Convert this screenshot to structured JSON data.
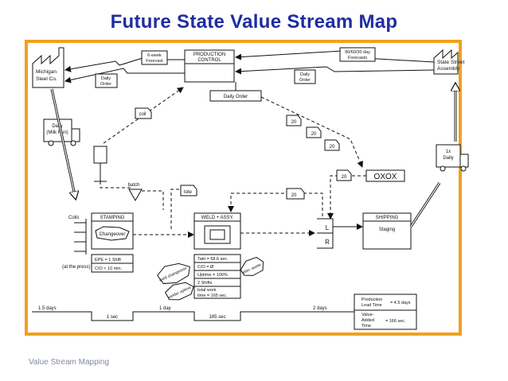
{
  "title": "Future State Value Stream Map",
  "footer": "Value Stream Mapping",
  "colors": {
    "title": "#1f2ea0",
    "frame": "#f0a020"
  },
  "supplier": {
    "line1": "Michigan",
    "line2": "Steel Co."
  },
  "customer": {
    "line1": "State Street",
    "line2": "Assembly"
  },
  "production_control": {
    "line1": "PRODUCTION",
    "line2": "CONTROL"
  },
  "forecast_supplier": {
    "line1": "6-week",
    "line2": "Forecast"
  },
  "forecast_customer": {
    "line1": "90/60/30 day",
    "line2": "Forecasts"
  },
  "daily_order_supplier": {
    "line1": "Daily",
    "line2": "Order"
  },
  "daily_order_customer": {
    "line1": "Daily",
    "line2": "Order"
  },
  "daily_order_box": "Daily Order",
  "truck_in": {
    "line1": "Daily",
    "line2": "(Milk Run)"
  },
  "truck_out": {
    "line1": "1x",
    "line2": "Daily"
  },
  "kanban": {
    "coil": "coil",
    "batch": "batch",
    "tote": "tote",
    "twenty": "20",
    "oxox": "OXOX"
  },
  "coils": {
    "label": "Coils",
    "note": "(at the press)"
  },
  "stamping": {
    "name": "STAMPING",
    "kaizen": "Changeover",
    "epe": "EPE = 1 Shift",
    "co": "C/O < 10 min."
  },
  "weld": {
    "name": "WELD + ASSY.",
    "takt": "Takt = 58.6 sec.",
    "co": "C/O = Ø",
    "uptime": "Uptime = 100%",
    "shifts": "2 Shifts",
    "total_work": "total work",
    "total_time": "time = 165 sec.",
    "kaizen1": "weld changeover",
    "kaizen2": "welder uptime",
    "kaizen3": "elim. waste"
  },
  "shipping": {
    "name": "SHIPPING",
    "sub": "Staging"
  },
  "supermarket": {
    "l": "L",
    "r": "R"
  },
  "timeline": {
    "days": [
      "1.5 days",
      "1 day",
      "2 days"
    ],
    "secs": [
      "1 sec",
      "165 sec"
    ],
    "lead_label1": "Production",
    "lead_label2": "Lead Time",
    "lead_value": "= 4.5 days",
    "va_label1": "Value-",
    "va_label2": "Added",
    "va_label3": "Time",
    "va_value": "= 166 sec."
  }
}
